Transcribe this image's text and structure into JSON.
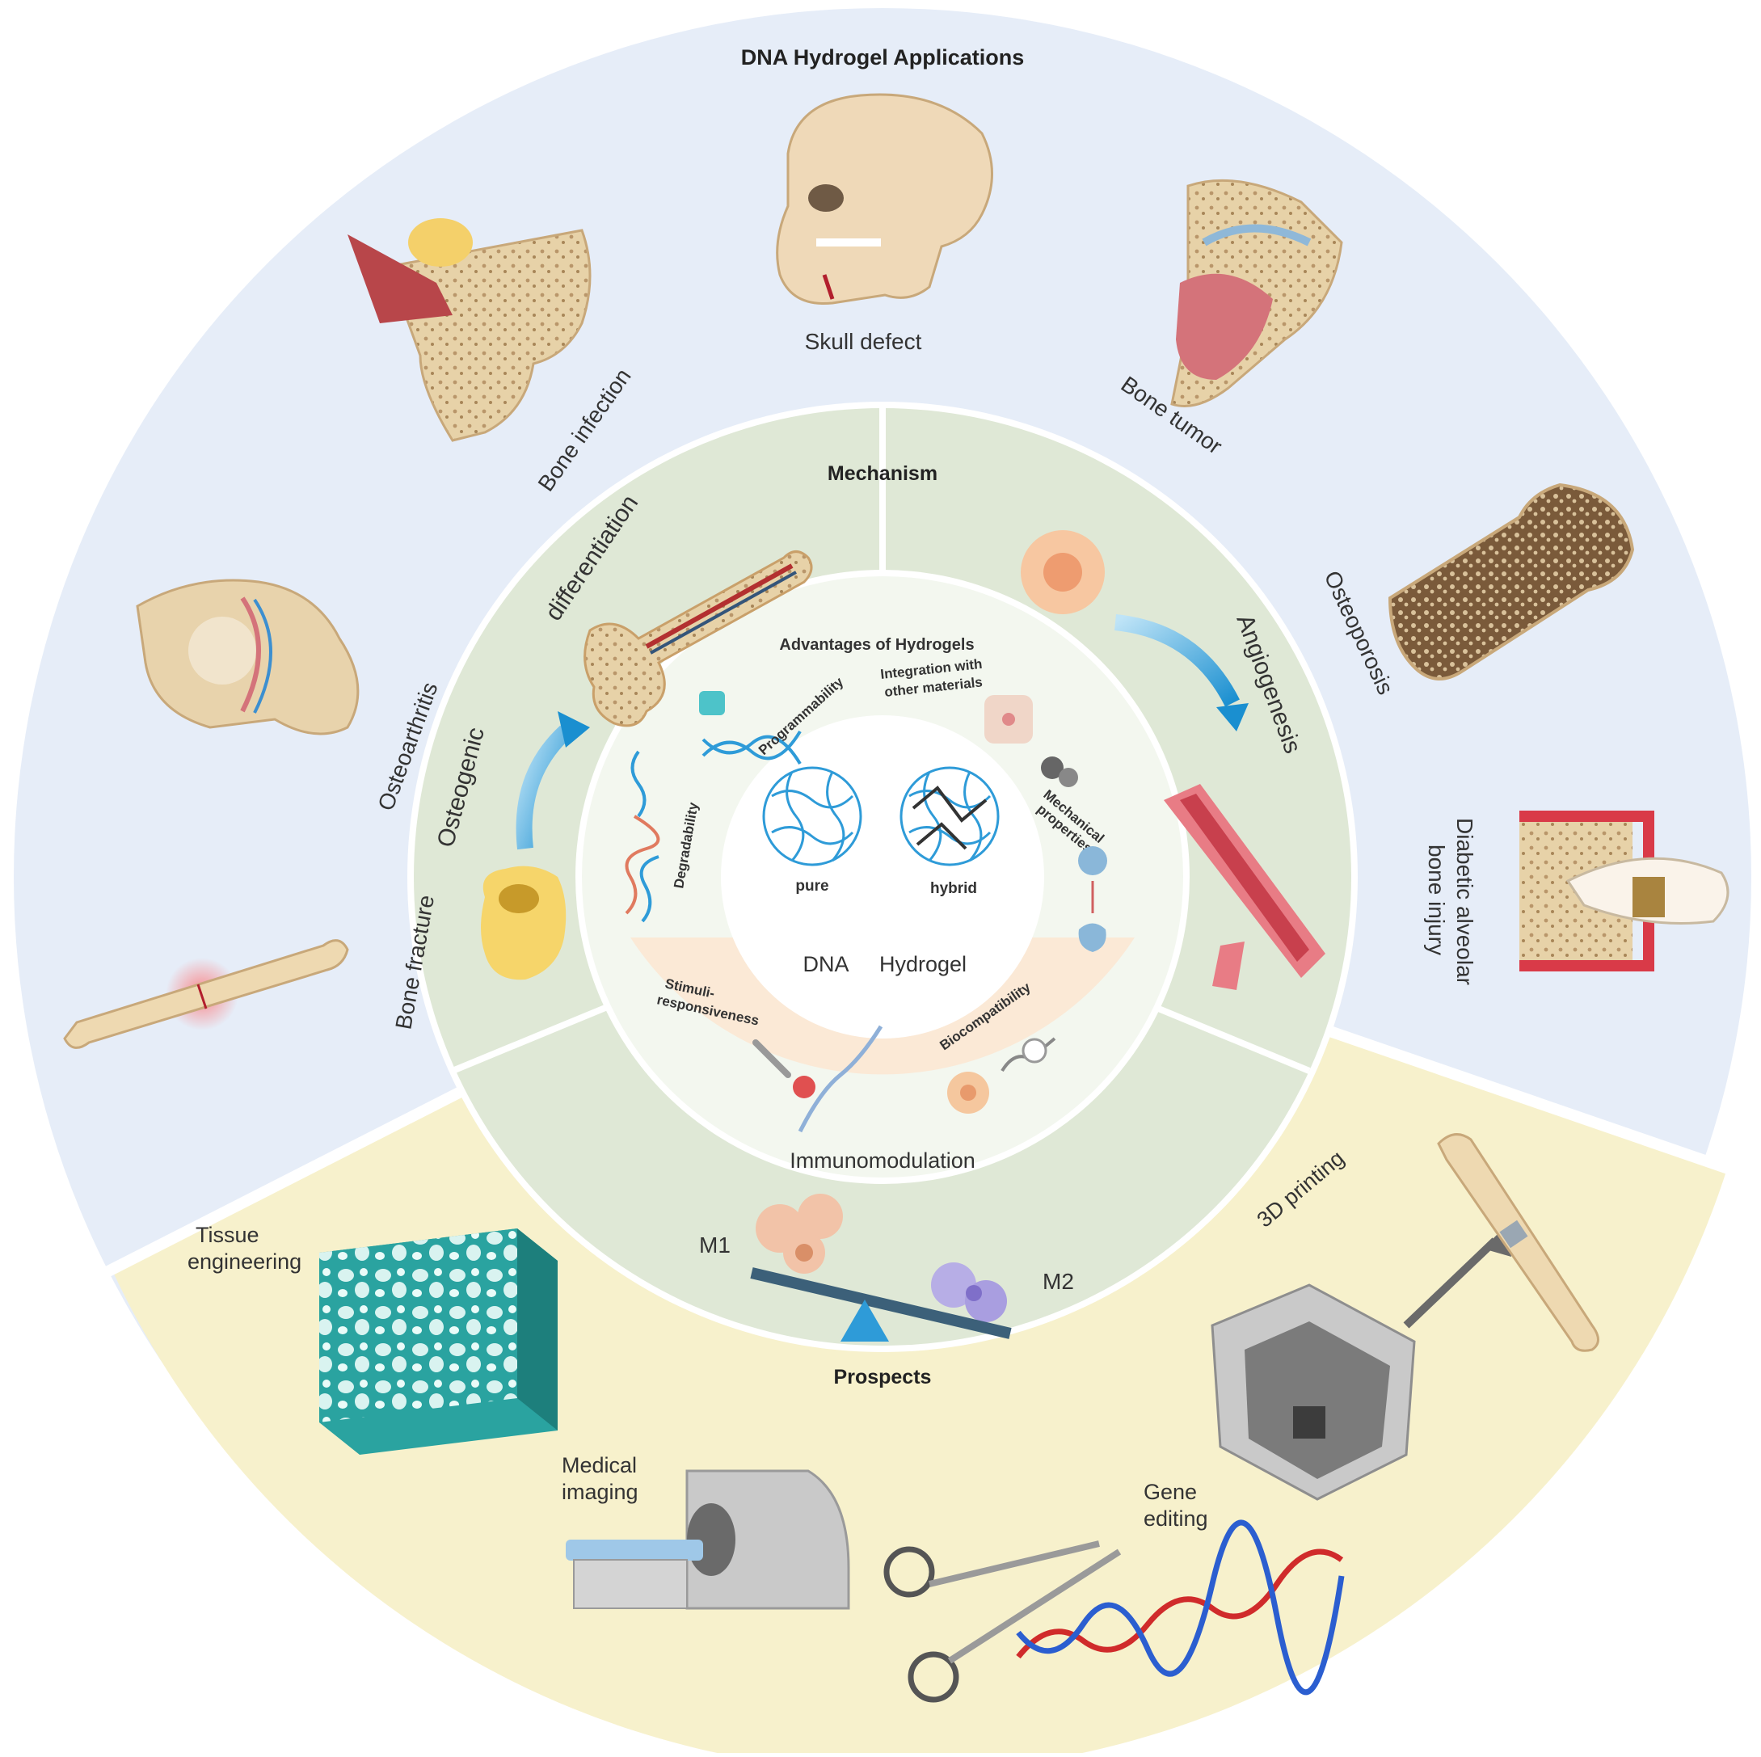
{
  "outer_ring": {
    "title": "DNA Hydrogel Applications",
    "items": [
      "Skull defect",
      "Bone tumor",
      "Bone infection",
      "Osteoporosis",
      "Osteoarthritis",
      "Diabetic alveolar",
      "bone injury",
      "Bone fracture"
    ]
  },
  "mechanism": {
    "title": "Mechanism",
    "osteogenic": "Osteogenic",
    "differentiation": "differentiation",
    "angiogenesis": "Angiogenesis",
    "immunomodulation": "Immunomodulation",
    "m1": "M1",
    "m2": "M2"
  },
  "advantages": {
    "title": "Advantages of Hydrogels",
    "programmability": "Programmability",
    "integration_1": "Integration with",
    "integration_2": "other materials",
    "mechanical_1": "Mechanical",
    "mechanical_2": "properties",
    "degradability": "Degradability",
    "stimuli_1": "Stimuli-",
    "stimuli_2": "responsiveness",
    "biocompatibility": "Biocompatibility"
  },
  "core": {
    "pure": "pure",
    "hybrid": "hybrid",
    "dna": "DNA",
    "hydrogel": "Hydrogel"
  },
  "prospects": {
    "title": "Prospects",
    "tissue_1": "Tissue",
    "tissue_2": "engineering",
    "imaging_1": "Medical",
    "imaging_2": "imaging",
    "gene_1": "Gene",
    "gene_2": "editing",
    "printing": "3D printing"
  },
  "colors": {
    "applications_bg": "#e6edf8",
    "prospects_bg": "#f7f1cc",
    "mechanism_bg": "#dfe8d6",
    "advantages_top_bg": "#f3f7ef",
    "advantages_bottom_bg": "#fbe9d6",
    "core_bg": "#ffffff",
    "accent_blue": "#2e9bd8"
  }
}
